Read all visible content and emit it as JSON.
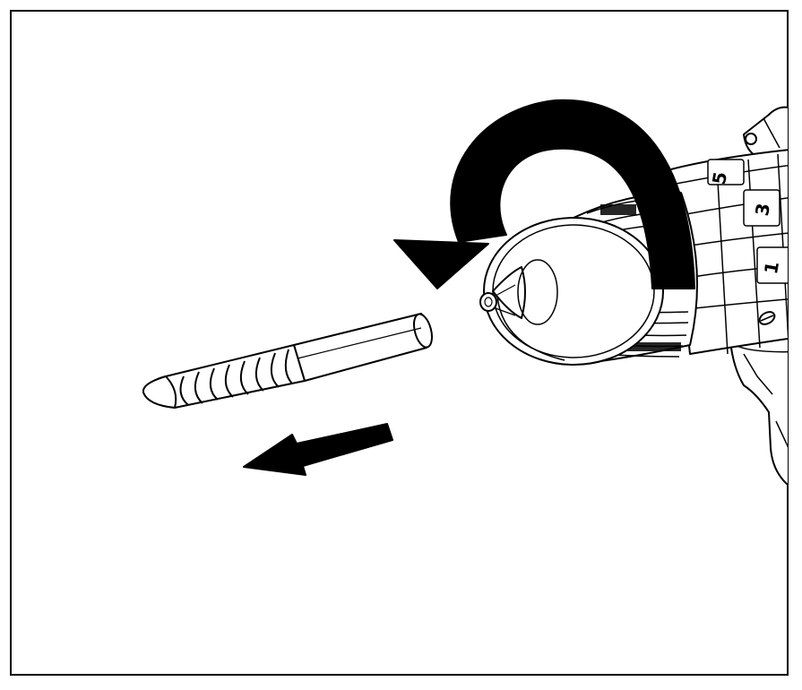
{
  "figure": {
    "frame_color": "#000000",
    "background_color": "#ffffff",
    "line_color": "#000000",
    "depicts": [
      "drill-chuck",
      "drill-bit",
      "rotation-arrow",
      "direction-arrow"
    ],
    "torque_collar_marks": [
      "5",
      "3",
      "1"
    ]
  }
}
